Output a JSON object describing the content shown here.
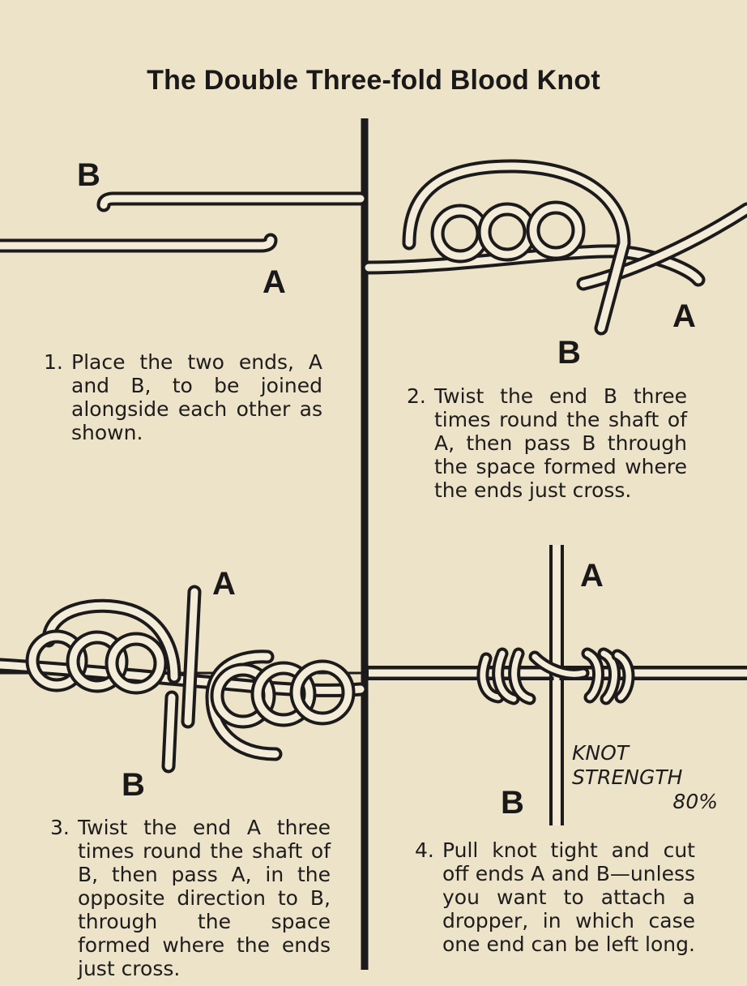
{
  "title": "The Double Three-fold Blood Knot",
  "steps": [
    {
      "number": "1.",
      "text": "Place the two ends, A and B, to be joined alongside each other as shown."
    },
    {
      "number": "2.",
      "text": "Twist the end B three times round the shaft of A, then pass B through the space formed where the ends just cross."
    },
    {
      "number": "3.",
      "text": "Twist the end A three times round the shaft of B, then pass A, in the opposite direction to B, through the space formed where the ends just cross."
    },
    {
      "number": "4.",
      "text": "Pull knot tight and cut off ends A and B—unless you want to attach a dropper, in which case one end can be left long."
    }
  ],
  "labels": {
    "a": "A",
    "b": "B"
  },
  "knot_strength": {
    "line1": "KNOT",
    "line2": "STRENGTH",
    "value": "80%"
  },
  "colors": {
    "paper": "#ede3c9",
    "ink": "#1c1a1a",
    "line_fill": "#f3ecd8"
  }
}
